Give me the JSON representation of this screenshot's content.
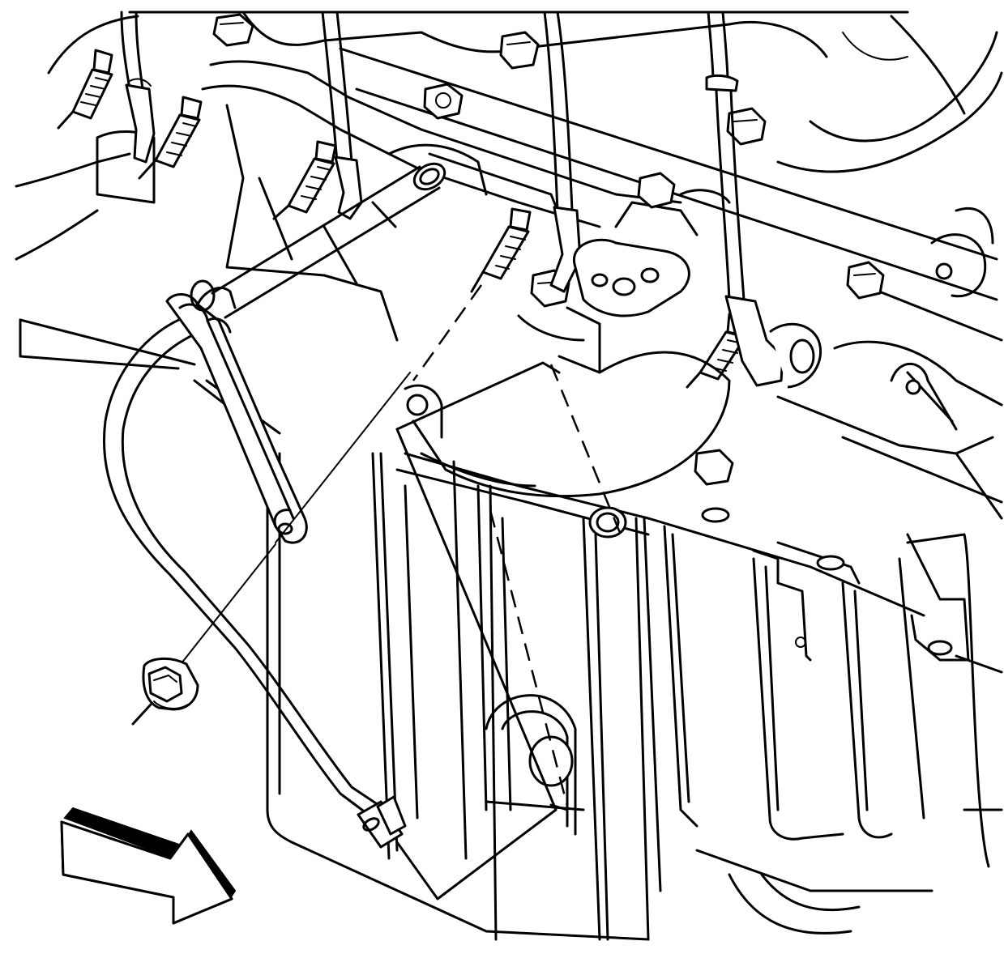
{
  "figure": {
    "type": "service-manual-line-illustration",
    "components": [
      "engine-block",
      "exhaust-manifold",
      "oil-pan",
      "spark-plug-wires",
      "spark-plugs",
      "oil-level-indicator-tube",
      "tube-bracket",
      "bracket-nut",
      "direction-arrow"
    ],
    "colors": {
      "ink": "#000000",
      "paper": "#ffffff"
    }
  }
}
